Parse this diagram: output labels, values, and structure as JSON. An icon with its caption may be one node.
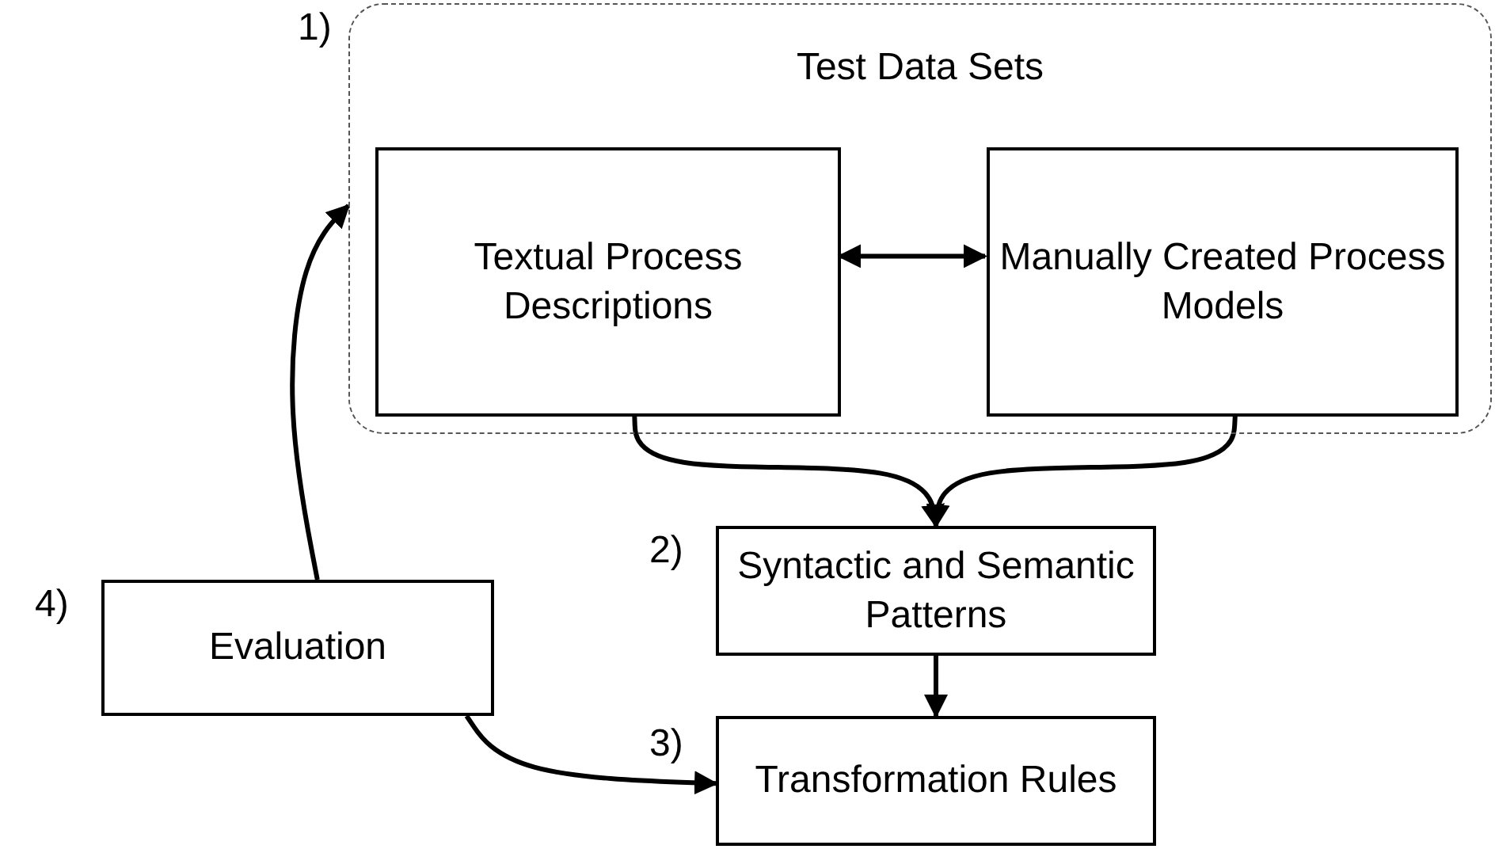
{
  "diagram": {
    "nodes": [
      {
        "text": [
          "Test Data Sets"
        ],
        "beside": [
          "1)"
        ]
      },
      {
        "text": [
          "Textual Process Descriptions"
        ],
        "in": 0
      },
      {
        "text": [
          "Manually Created Process Models"
        ],
        "in": 0
      },
      {
        "text": [
          "Syntactic and Semantic Patterns"
        ],
        "beside": [
          "2)"
        ]
      },
      {
        "text": [
          "Transformation Rules"
        ],
        "beside": [
          "3)"
        ]
      },
      {
        "text": [
          "Evaluation"
        ],
        "beside": [
          "4)"
        ]
      }
    ],
    "edges": [
      {
        "from": 1,
        "to": 2,
        "arrow": "both"
      },
      {
        "from": 1,
        "to": 3,
        "arrow": "to"
      },
      {
        "from": 2,
        "to": 3,
        "arrow": "to"
      },
      {
        "from": 3,
        "to": 4,
        "arrow": "to"
      },
      {
        "from": 5,
        "to": 0,
        "arrow": "to"
      },
      {
        "from": 5,
        "to": 4,
        "arrow": "to"
      }
    ]
  }
}
